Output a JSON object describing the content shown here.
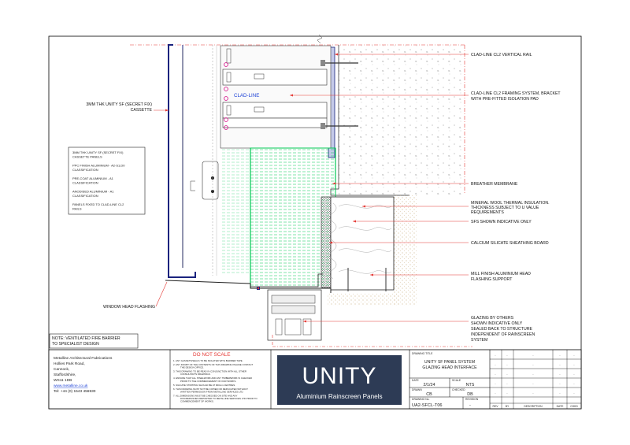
{
  "colors": {
    "frame": "#000000",
    "leader": "#e53935",
    "rail": "#1a237e",
    "insulation": "#00c853",
    "sheathing": "#cccccc",
    "brand_bg": "#2d3b55",
    "do_not_scale": "#e53935",
    "clad_line_text": "#1a3fd6",
    "fixing": "#d81b8f"
  },
  "drawing": {
    "clad_line_logo": "CLAD-LINE",
    "labels": {
      "vertical_rail": "CLAD-LINE CL2 VERTICAL RAIL",
      "framing_1": "CLAD-LINE CL2 FRAMING SYSTEM, BRACKET",
      "framing_2": "WITH PRE-FITTED ISOLATION PAD",
      "cassette_1": "3MM THK UNITY SF (SECRET FIX)",
      "cassette_2": "CASSETTE",
      "breather": "BREATHER MEMBRANE",
      "mineral_1": "MINERAL WOOL THERMAL INSULATION.",
      "mineral_2": "THICKNESS SUBJECT TO U VALUE",
      "mineral_3": "REQUIREMENTS",
      "sfs": "SFS SHOWN INDICATIVE ONLY",
      "calcium": "CALCIUM SILICATE SHEATHING BOARD",
      "mill_1": "MILL FINISH ALUMINIUM HEAD",
      "mill_2": "FLASHING SUPPORT",
      "window_head": "WINDOW HEAD FLASHING",
      "glazing_1": "GLAZING BY OTHERS",
      "glazing_2": "SHOWN INDICATIVE ONLY",
      "glazing_3": "SEALED BACK TO STRUCTURE",
      "glazing_4": "INDEPENDENT OF RAINSCREEN",
      "glazing_5": "SYSTEM"
    },
    "spec_box": [
      "3MM THK UNITY SF (SECRET FIX)",
      "CASSETTE PANELS",
      "",
      "PPC FINISH ALUMINIUM - A2-S1,D0",
      "CLASSIFICATION",
      "",
      "PRE-COAT ALUMINIUM - A1",
      "CLASSIFICATION",
      "",
      "ANODISED ALUMINIUM - A1",
      "CLASSIFICATION",
      "",
      "PANELS FIXED TO CLAD-LINE CL2",
      "RAILS"
    ],
    "note_1": "NOTE: VENTILATED FIRE BARRIER",
    "note_2": "TO SPECIALIST DESIGN"
  },
  "title_block": {
    "company": {
      "name": "Metalline Architectural Fabrications",
      "address_1": "Hollies Park Road,",
      "address_2": "Cannock,",
      "address_3": "Staffordshire,",
      "address_4": "WS11 1DB",
      "website": "www.metalline.co.uk",
      "tel": "Tel: +44 (0) 1543 456930"
    },
    "do_not_scale": "DO NOT SCALE",
    "notes": [
      "1.   ANY GASKETS/SEALS TO BE ISOLATED WITH BARRIER TAPE.",
      "2.   ANY DOUBT OF THE CONTENTS OF THIS DRAWING PLEASE CONTACT THE DESIGN OFFICE.",
      "3.   THIS DRAWING TO BE READ IN CONJUNCTION WITH ALL OTHER CONSULTANTS DRAWINGS.",
      "4.   ENSURE THAT ALL STEELWORK AND ANY TIMBERWORK IS CHECKED PRIOR TO THE COMMENCEMENT OF OUR WORKS.",
      "5.   SILICATE STOPPING SHOULD BE AT 900mm CENTRES.",
      "6.   THIS DRAWING MUST NOT BE COPIED OR REPLICATED WITHOUT WRITTEN PERMISSION FROM METALLINE SERVICES LTD.",
      "7.   ALL DIMENSIONS MUST BE CHECKED ON SITE AND ANY DISCREPANCIES REPORTED TO METALLINE SERVICES LTD PRIOR TO COMMENCEMENT OF WORKS."
    ],
    "brand_title": "UNITY",
    "brand_subtitle": "Aluminium Rainscreen Panels",
    "drawing_title_label": "DRAWING TITLE",
    "drawing_title_1": "UNITY SF PANEL SYSTEM",
    "drawing_title_2": "GLAZING HEAD INTERFACE",
    "date_label": "DATE",
    "date_value": "2/1/24",
    "scale_label": "SCALE",
    "scale_value": "NTS",
    "drawn_label": "DRAWN",
    "drawn_value": "CB",
    "checked_label": "CHECKED",
    "checked_value": "DB",
    "drawing_no_label": "DRAWING No.",
    "drawing_no_value": "UA2-SFCL-T06",
    "revision_label": "REVISION",
    "revision_value": "-",
    "rev_col": "REV",
    "by_col": "BY",
    "description_col": "DESCRIPTION",
    "date_col": "DATE",
    "chkd_col": "CHKD",
    "dash": "-"
  }
}
